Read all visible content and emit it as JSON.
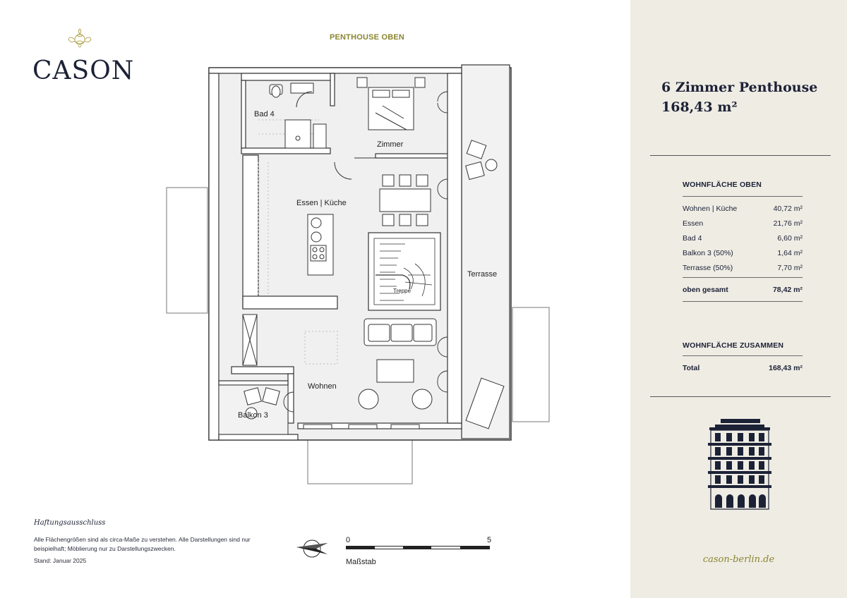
{
  "brand": {
    "name": "CASON",
    "logo_icon": "rose-emblem-icon"
  },
  "floor_label": "PENTHOUSE OBEN",
  "plan": {
    "rooms": {
      "bad4": "Bad 4",
      "zimmer": "Zimmer",
      "essen_kueche": "Essen | Küche",
      "terrasse": "Terrasse",
      "treppe": "Treppe",
      "wohnen": "Wohnen",
      "balkon3": "Balkon 3"
    }
  },
  "disclaimer": {
    "title": "Haftungsausschluss",
    "text": "Alle Flächengrößen sind als circa-Maße zu verstehen. Alle Darstellungen sind nur beispielhaft; Möblierung nur zu Darstellungszwecken.",
    "date": "Stand: Januar 2025"
  },
  "scale": {
    "start": "0",
    "end": "5",
    "label": "Maßstab",
    "north_icon": "north-arrow-icon"
  },
  "panel": {
    "title_line1": "6 Zimmer Penthouse",
    "title_line2": "168,43 m²",
    "section_upper": {
      "title": "WOHNFLÄCHE OBEN",
      "rows": [
        {
          "label": "Wohnen | Küche",
          "value": "40,72 m²"
        },
        {
          "label": "Essen",
          "value": "21,76 m²"
        },
        {
          "label": "Bad 4",
          "value": "6,60 m²"
        },
        {
          "label": "Balkon 3  (50%)",
          "value": "1,64 m²"
        },
        {
          "label": "Terrasse  (50%)",
          "value": "7,70 m²"
        }
      ],
      "total_label": "oben gesamt",
      "total_value": "78,42 m²"
    },
    "section_total": {
      "title": "WOHNFLÄCHE ZUSAMMEN",
      "label": "Total",
      "value": "168,43 m²"
    },
    "building_icon": "building-facade-icon",
    "website": "cason-berlin.de"
  },
  "colors": {
    "panel_bg": "#efece4",
    "accent_olive": "#8a8530",
    "navy": "#1c2236",
    "floor_fill": "#f0f0f0"
  }
}
